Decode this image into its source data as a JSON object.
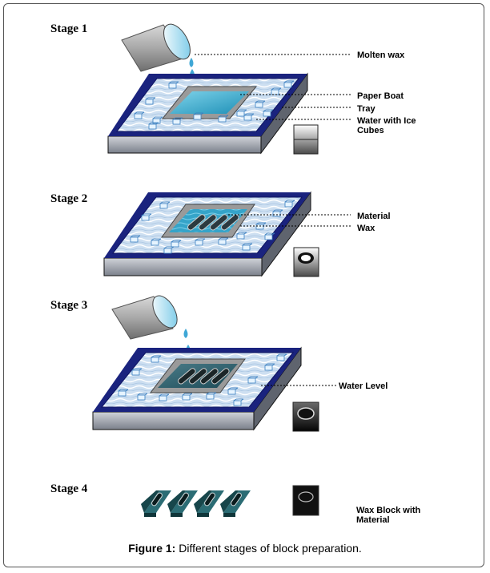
{
  "stages": [
    {
      "title": "Stage 1",
      "labels": [
        "Molten wax",
        "Paper Boat",
        "Tray",
        "Water with Ice",
        "Cubes"
      ]
    },
    {
      "title": "Stage 2",
      "labels": [
        "Material",
        "Wax"
      ]
    },
    {
      "title": "Stage 3",
      "labels": [
        "Water Level"
      ]
    },
    {
      "title": "Stage 4",
      "labels": [
        "Wax Block with",
        "Material"
      ]
    }
  ],
  "caption": {
    "prefix": "Figure 1:",
    "text": " Different stages of block preparation."
  },
  "colors": {
    "tray_border": "#1a237e",
    "water": "#c9dcef",
    "wax": "#29a3c8",
    "block": "#1d5057",
    "tray_wall": "#8d929c"
  }
}
